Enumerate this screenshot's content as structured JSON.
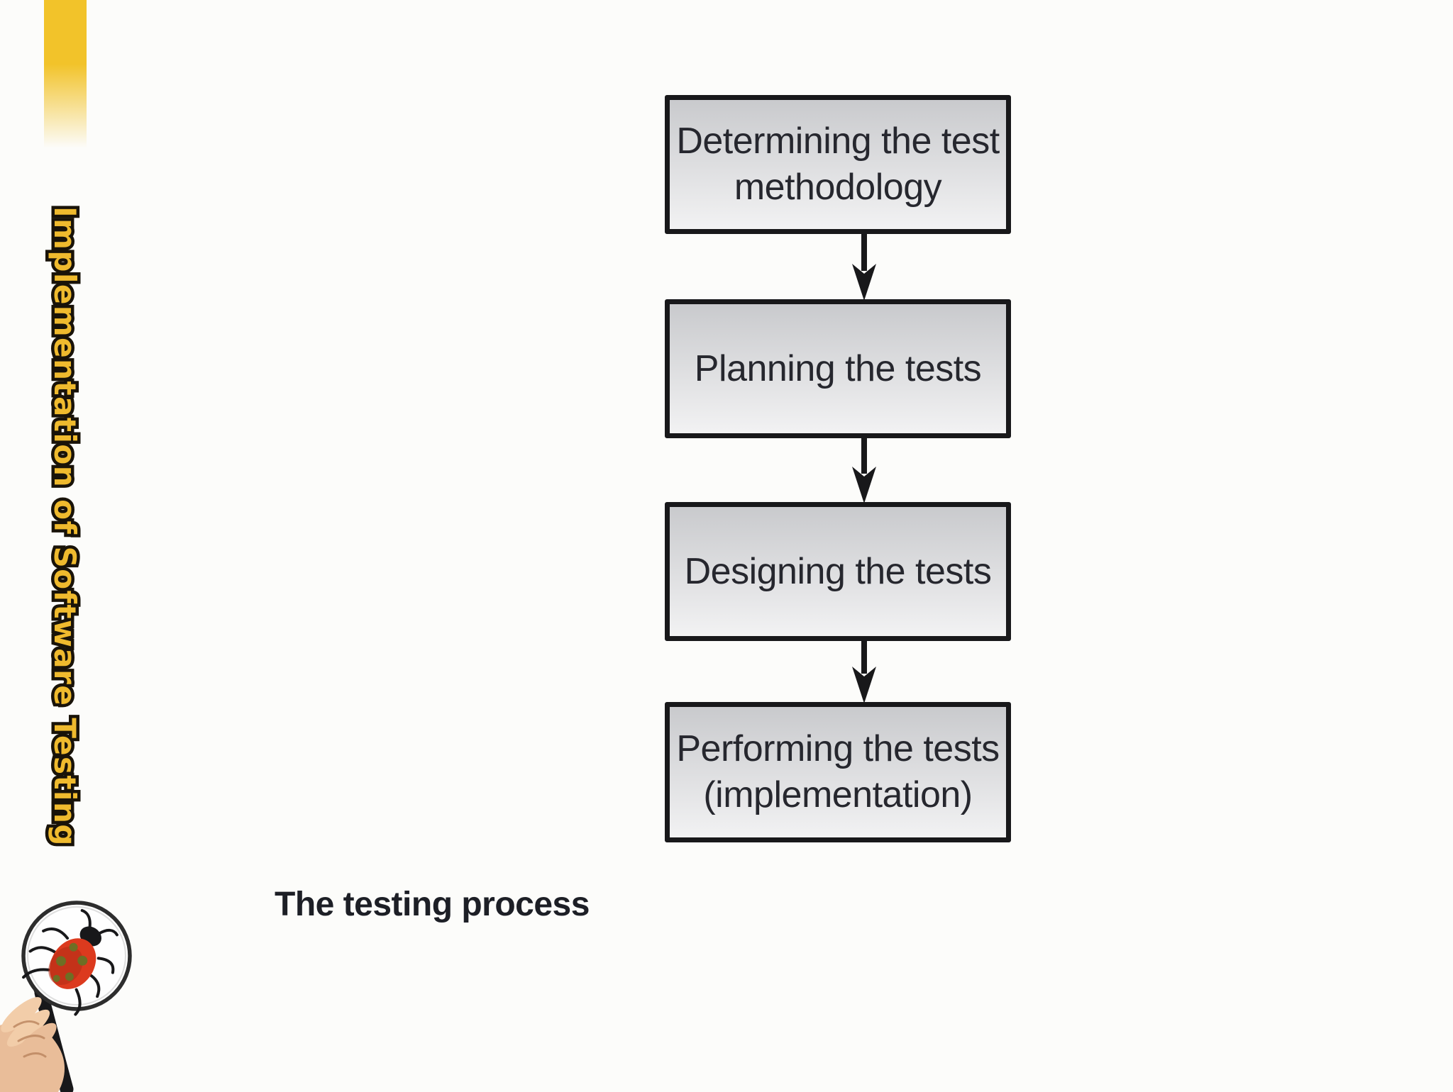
{
  "sidebar": {
    "title": "Implementation of Software Testing"
  },
  "caption": {
    "text": "The testing process"
  },
  "diagram": {
    "type": "flowchart",
    "direction": "top-down",
    "nodes": [
      {
        "id": "n1",
        "label": "Determining the test\nmethodology"
      },
      {
        "id": "n2",
        "label": "Planning the tests"
      },
      {
        "id": "n3",
        "label": "Designing the tests"
      },
      {
        "id": "n4",
        "label": "Performing the tests\n(implementation)"
      }
    ],
    "edges": [
      {
        "from": "n1",
        "to": "n2"
      },
      {
        "from": "n2",
        "to": "n3"
      },
      {
        "from": "n3",
        "to": "n4"
      }
    ]
  },
  "logo": {
    "icon": "magnifier-ladybug-icon",
    "description": "hand holding magnifying glass over a ladybug"
  },
  "css_vars": {
    "bg": "#fcfcfa",
    "accent": "#f2c32a",
    "gold-fill": "#efba2e",
    "gold-outline": "#191309",
    "node-border": "#18181a",
    "node-grad-top": "#c9cacd",
    "node-grad-bottom": "#f2f2f3",
    "node-text": "#26272e",
    "ink": "#18181a",
    "caption-color": "#1d1f26",
    "lens-ring": "#2d2d2d",
    "bug-red": "#dc3a1e",
    "bug-red-dark": "#b12c15",
    "bug-spot": "#6e6e24",
    "skin": "#e9bd99",
    "skin-light": "#f2cda9",
    "skin-shade": "#b9835c"
  }
}
